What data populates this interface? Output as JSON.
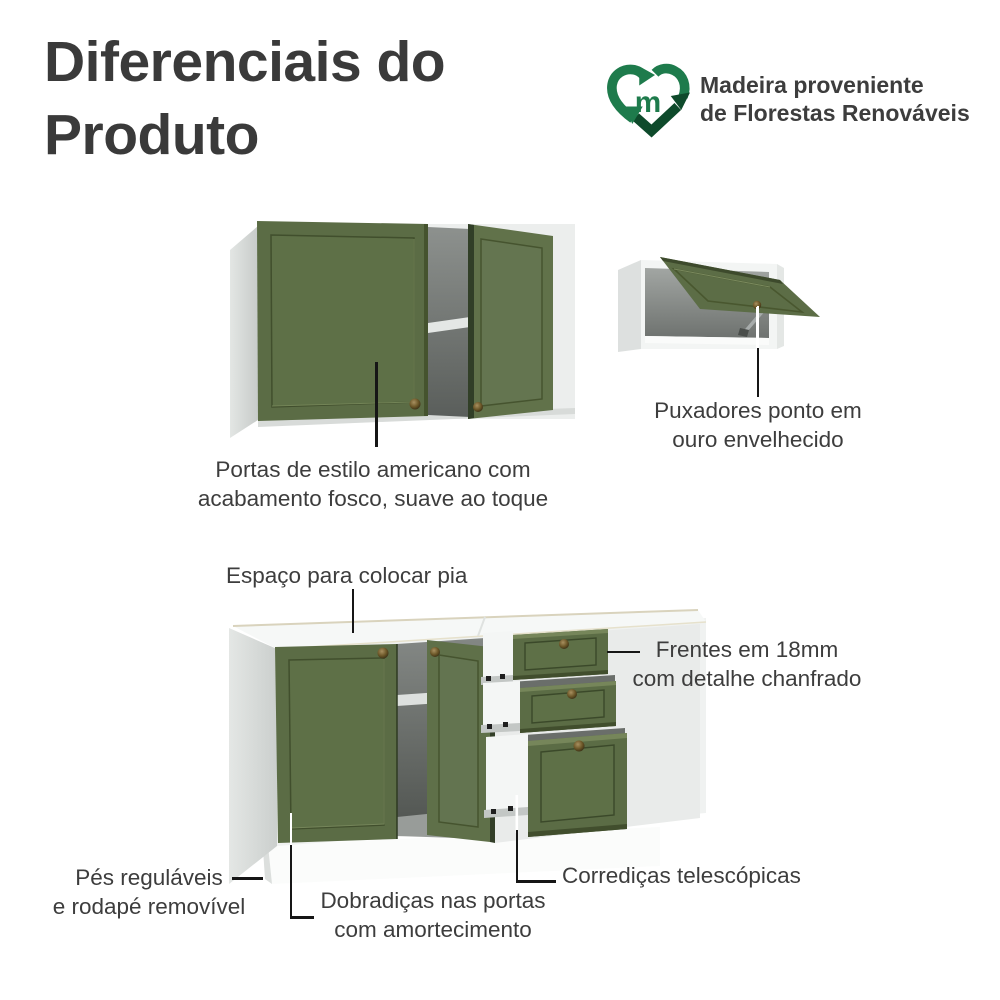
{
  "header": {
    "title_line1": "Diferenciais do",
    "title_line2": "Produto",
    "badge": {
      "icon": "heart-recycle-icon",
      "monogram": "m",
      "line1": "Madeira proveniente",
      "line2": "de Florestas Renováveis"
    }
  },
  "callouts": {
    "wall_doors": {
      "line1": "Portas de estilo americano com",
      "line2": "acabamento fosco, suave ao toque"
    },
    "handles": {
      "line1": "Puxadores ponto em",
      "line2": "ouro envelhecido"
    },
    "sink": {
      "text": "Espaço para colocar pia"
    },
    "fronts": {
      "line1": "Frentes em 18mm",
      "line2": "com detalhe chanfrado"
    },
    "feet": {
      "line1": "Pés reguláveis",
      "line2": "e rodapé removível"
    },
    "hinges": {
      "line1": "Dobradiças nas portas",
      "line2": "com amortecimento"
    },
    "slides": {
      "text": "Corrediças telescópicas"
    }
  },
  "colors": {
    "title_text": "#3a3a3a",
    "body_text": "#3d3d3d",
    "callout_line": "#161616",
    "logo_green": "#1e7b4c",
    "logo_green_dark": "#0e4a2b",
    "cabinet_green": "#5b6c45",
    "cabinet_green_dark": "#3d4a2c",
    "knob_gold": "#7a5c2b",
    "carcass_white": "#f5f6f6",
    "carcass_gray": "#d5d9d7",
    "interior_gray": "#666a66"
  }
}
